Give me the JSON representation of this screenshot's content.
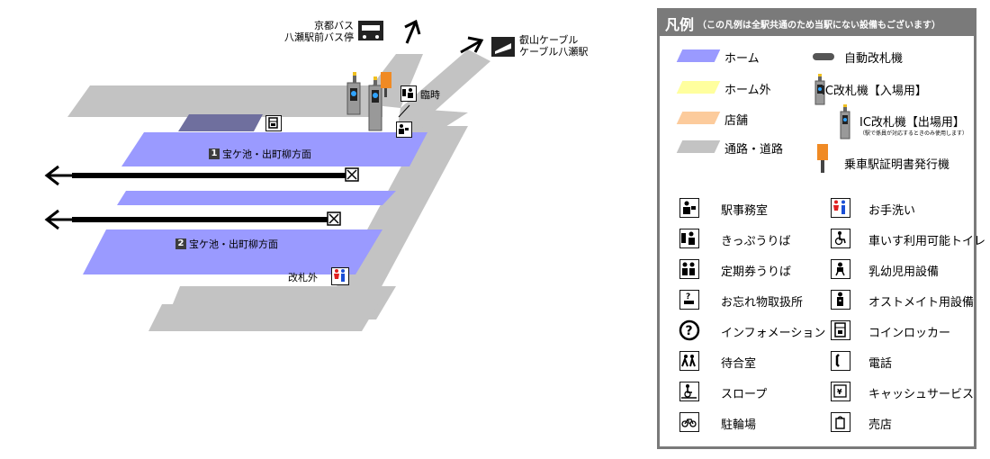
{
  "map": {
    "bus_stop": {
      "line1": "京都バス",
      "line2": "八瀬駅前バス停"
    },
    "cable": {
      "line1": "叡山ケーブル",
      "line2": "ケーブル八瀬駅"
    },
    "temporary_label": "臨時",
    "platform1": {
      "num": "1",
      "label": "宝ケ池・出町柳方面"
    },
    "platform2": {
      "num": "2",
      "label": "宝ケ池・出町柳方面"
    },
    "outside_gate_label": "改札外"
  },
  "legend": {
    "title": "凡例",
    "note": "（この凡例は全駅共通のため当駅にない設備もございます）",
    "swatches": [
      {
        "label": "ホーム",
        "color": "#9a9aff"
      },
      {
        "label": "ホーム外",
        "color": "#ffff9e"
      },
      {
        "label": "店舗",
        "color": "#fccb9c"
      },
      {
        "label": "通路・道路",
        "color": "#c3c3c3"
      }
    ],
    "gates": {
      "auto": "自動改札機",
      "ic_in": "IC改札機【入場用】",
      "ic_out": "IC改札機【出場用】",
      "ic_out_note": "（駅で係員が対応するときのみ使用します）",
      "certificate": "乗車駅証明書発行機"
    },
    "facilities_left": [
      {
        "label": "駅事務室",
        "icon": "station-office-icon"
      },
      {
        "label": "きっぷうりば",
        "icon": "ticket-counter-icon"
      },
      {
        "label": "定期券うりば",
        "icon": "commuter-pass-counter-icon"
      },
      {
        "label": "お忘れ物取扱所",
        "icon": "lost-and-found-icon"
      },
      {
        "label": "インフォメーション",
        "icon": "information-icon"
      },
      {
        "label": "待合室",
        "icon": "waiting-room-icon"
      },
      {
        "label": "スロープ",
        "icon": "slope-icon"
      },
      {
        "label": "駐輪場",
        "icon": "bicycle-parking-icon"
      }
    ],
    "facilities_right": [
      {
        "label": "お手洗い",
        "icon": "toilet-icon"
      },
      {
        "label": "車いす利用可能トイレ",
        "icon": "wheelchair-toilet-icon"
      },
      {
        "label": "乳幼児用設備",
        "icon": "baby-facility-icon"
      },
      {
        "label": "オストメイト用設備",
        "icon": "ostomate-icon"
      },
      {
        "label": "コインロッカー",
        "icon": "coin-locker-icon"
      },
      {
        "label": "電話",
        "icon": "telephone-icon"
      },
      {
        "label": "キャッシュサービス",
        "icon": "cash-service-icon"
      },
      {
        "label": "売店",
        "icon": "shop-icon"
      }
    ]
  }
}
